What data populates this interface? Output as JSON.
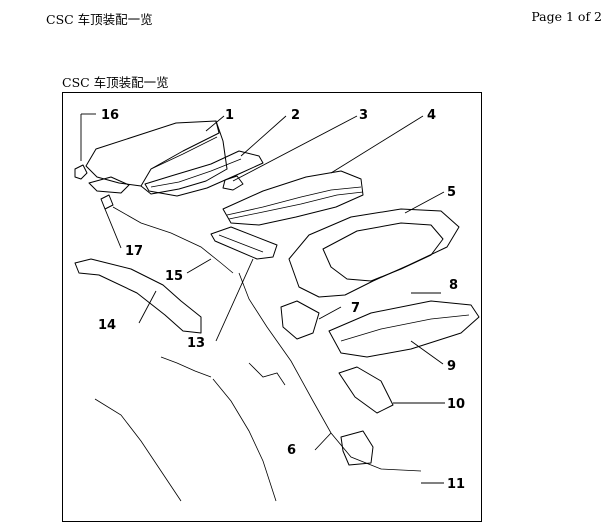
{
  "header": {
    "left_title": "CSC 车顶装配一览",
    "page_label": "Page 1 of 2"
  },
  "doc_title": "CSC 车顶装配一览",
  "diagram": {
    "callouts": [
      "1",
      "2",
      "3",
      "4",
      "5",
      "6",
      "7",
      "8",
      "9",
      "10",
      "11",
      "13",
      "14",
      "15",
      "16",
      "17"
    ]
  }
}
